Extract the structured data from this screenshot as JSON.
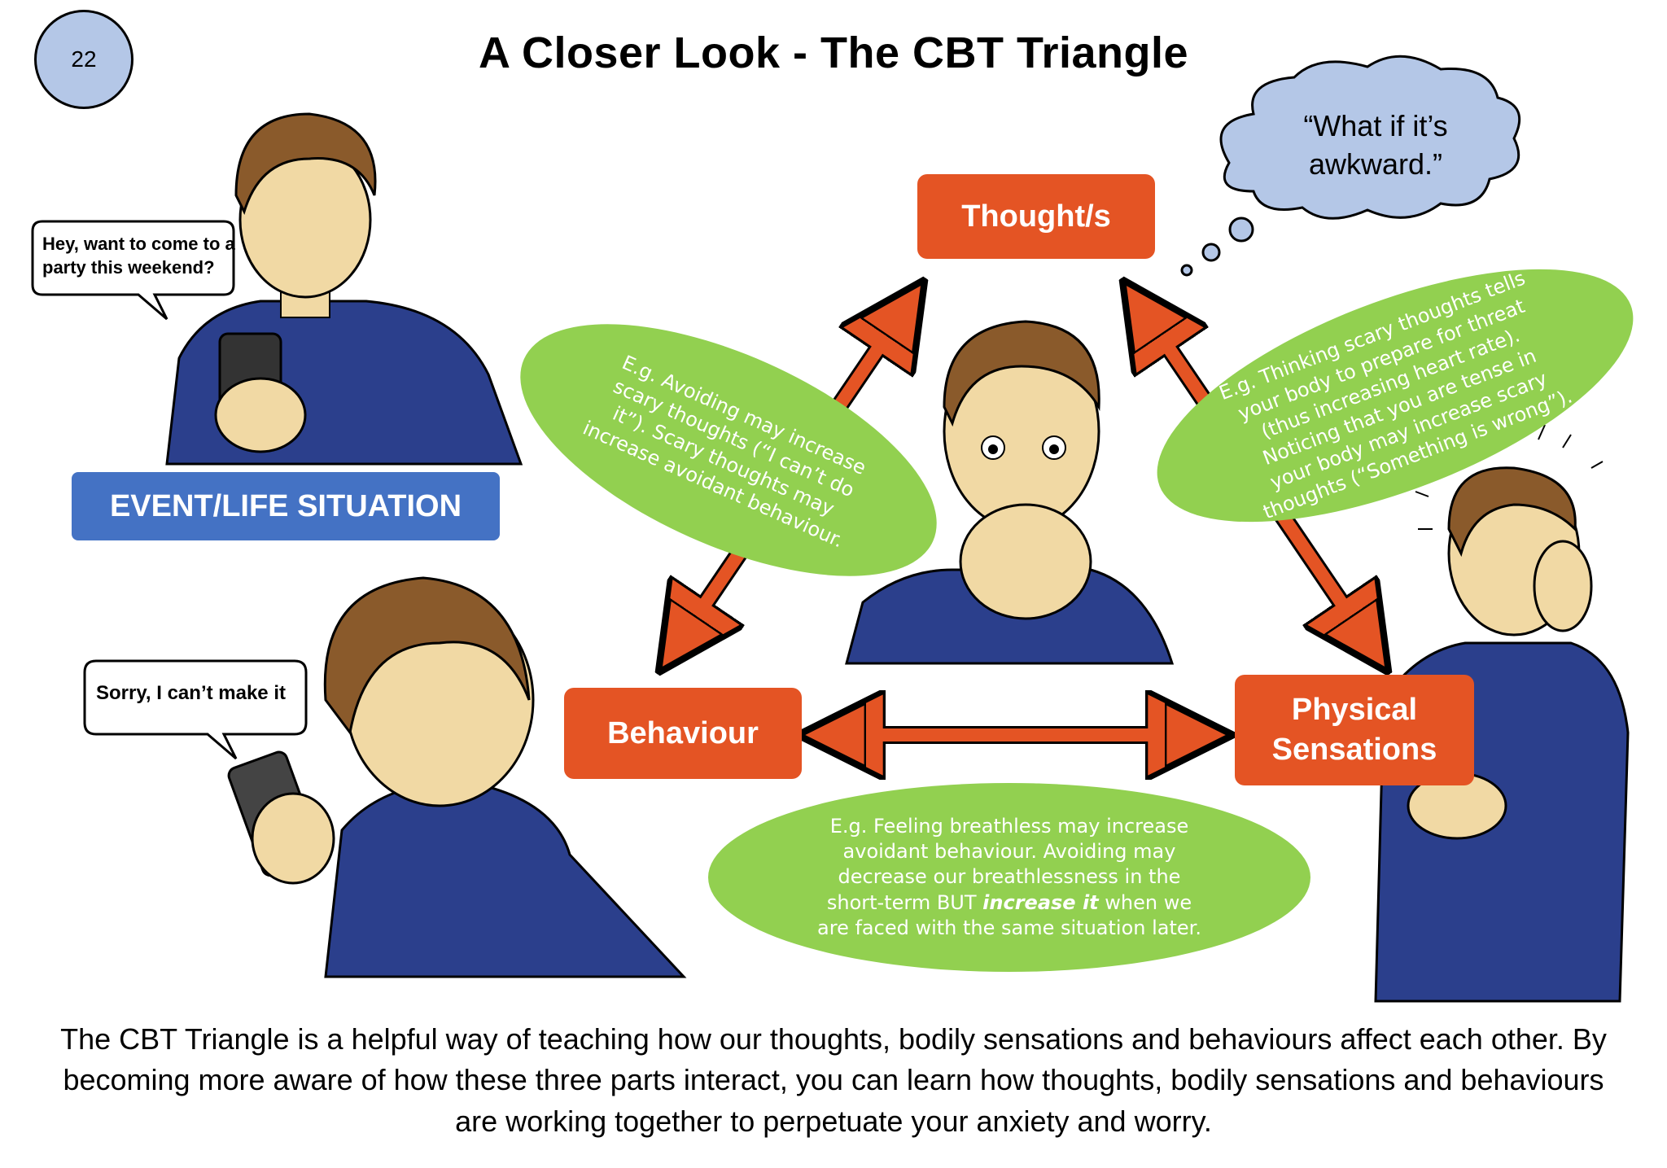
{
  "page_number": "22",
  "title": "A Closer Look - The CBT Triangle",
  "nodes": {
    "thoughts": "Thought/s",
    "behaviour": "Behaviour",
    "physical": "Physical\nSensations",
    "event": "EVENT/LIFE SITUATION"
  },
  "speech_bubbles": {
    "invite": "Hey, want to come to a\nparty this weekend?",
    "decline": "Sorry, I can’t make it"
  },
  "thought_cloud": "“What if it’s\nawkward.”",
  "ovals": {
    "thoughts_behaviour": "E.g. Avoiding may increase\nscary thoughts (“I can’t do\nit”). Scary thoughts may\nincrease avoidant behaviour.",
    "thoughts_physical": "E.g. Thinking scary thoughts tells\nyour body to prepare for threat\n(thus increasing heart rate).\nNoticing that you are tense in\nyour body may increase scary\nthoughts (“Something is wrong”).",
    "behaviour_physical_pre": "E.g. Feeling breathless may increase\navoidant behaviour. Avoiding may\ndecrease our breathlessness in the\nshort-term BUT ",
    "behaviour_physical_em": "increase it",
    "behaviour_physical_post": " when we\nare faced with the same situation later."
  },
  "footer": "The CBT Triangle is a helpful way of teaching how our thoughts, bodily sensations and behaviours affect each other. By becoming more aware of how these three parts interact, you can learn how thoughts, bodily sensations and behaviours are working together to perpetuate your anxiety and worry.",
  "colors": {
    "orange": "#e45424",
    "green": "#92d050",
    "blue": "#4472c4",
    "cloud": "#b4c7e7",
    "shirt": "#2b3f8c",
    "skin": "#f1d9a4",
    "hair": "#8a5a2b"
  }
}
